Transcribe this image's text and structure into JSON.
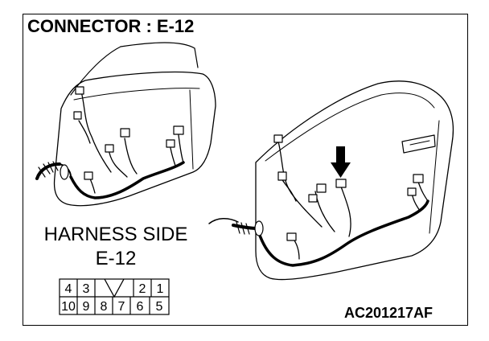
{
  "title": "CONNECTOR : E-12",
  "harness_side_label": "HARNESS SIDE",
  "harness_connector_id": "E-12",
  "reference_code": "AC201217AF",
  "connector_pins": {
    "top_row": [
      "4",
      "3",
      "2",
      "1"
    ],
    "bottom_row": [
      "10",
      "9",
      "8",
      "7",
      "6",
      "5"
    ]
  },
  "icons": [
    "door-harness-inner-view",
    "door-harness-outer-view",
    "locator-arrow-icon",
    "connector-key-notch-icon"
  ],
  "colors": {
    "ink": "#000000",
    "background": "#ffffff"
  }
}
